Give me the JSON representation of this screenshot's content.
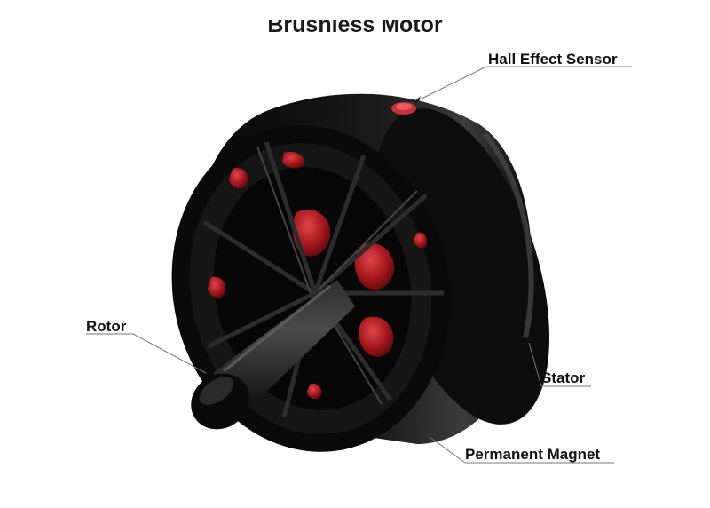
{
  "title": "Brushless Motor",
  "labels": {
    "hall_sensor": "Hall Effect Sensor",
    "rotor": "Rotor",
    "stator": "Stator",
    "permanent_magnet": "Permanent Magnet"
  },
  "colors": {
    "body": "#0b0b0b",
    "highlight": "#3a3a3a",
    "magnet_red": "#a0151c",
    "magnet_red_light": "#d6323a",
    "leader_line": "#777777"
  }
}
